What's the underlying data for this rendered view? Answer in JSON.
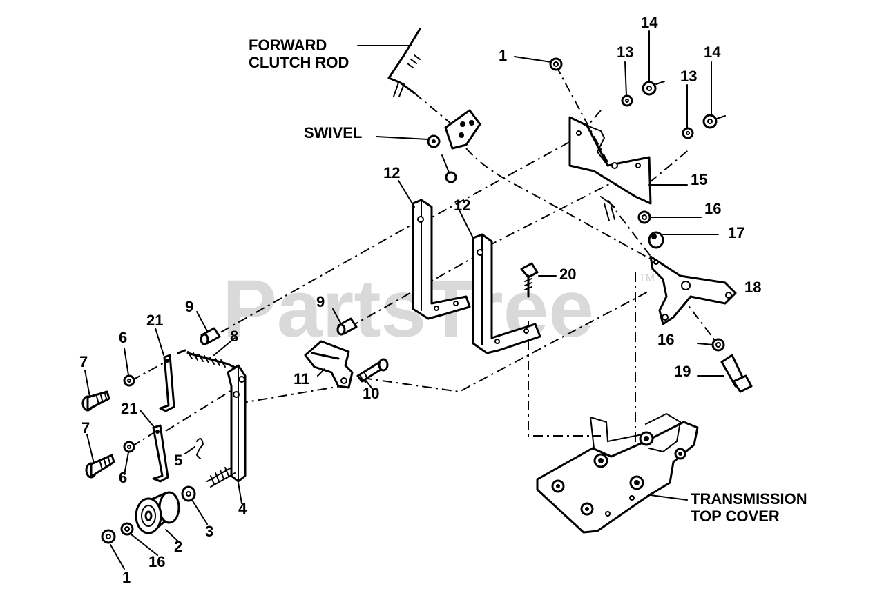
{
  "watermark": {
    "text": "PartsTree",
    "mark": "TM"
  },
  "labels": {
    "forward_clutch_rod": [
      "FORWARD",
      "CLUTCH ROD"
    ],
    "swivel": "SWIVEL",
    "transmission_top_cover": [
      "TRANSMISSION",
      "TOP COVER"
    ]
  },
  "callouts": [
    {
      "id": "c1a",
      "text": "1"
    },
    {
      "id": "c1b",
      "text": "1"
    },
    {
      "id": "c2",
      "text": "2"
    },
    {
      "id": "c3",
      "text": "3"
    },
    {
      "id": "c4",
      "text": "4"
    },
    {
      "id": "c5",
      "text": "5"
    },
    {
      "id": "c6a",
      "text": "6"
    },
    {
      "id": "c6b",
      "text": "6"
    },
    {
      "id": "c7a",
      "text": "7"
    },
    {
      "id": "c7b",
      "text": "7"
    },
    {
      "id": "c8",
      "text": "8"
    },
    {
      "id": "c9a",
      "text": "9"
    },
    {
      "id": "c9b",
      "text": "9"
    },
    {
      "id": "c10",
      "text": "10"
    },
    {
      "id": "c11",
      "text": "11"
    },
    {
      "id": "c12a",
      "text": "12"
    },
    {
      "id": "c12b",
      "text": "12"
    },
    {
      "id": "c13a",
      "text": "13"
    },
    {
      "id": "c13b",
      "text": "13"
    },
    {
      "id": "c14a",
      "text": "14"
    },
    {
      "id": "c14b",
      "text": "14"
    },
    {
      "id": "c15",
      "text": "15"
    },
    {
      "id": "c16a",
      "text": "16"
    },
    {
      "id": "c16b",
      "text": "16"
    },
    {
      "id": "c16c",
      "text": "16"
    },
    {
      "id": "c17",
      "text": "17"
    },
    {
      "id": "c18",
      "text": "18"
    },
    {
      "id": "c19",
      "text": "19"
    },
    {
      "id": "c20",
      "text": "20"
    },
    {
      "id": "c21a",
      "text": "21"
    },
    {
      "id": "c21b",
      "text": "21"
    }
  ]
}
